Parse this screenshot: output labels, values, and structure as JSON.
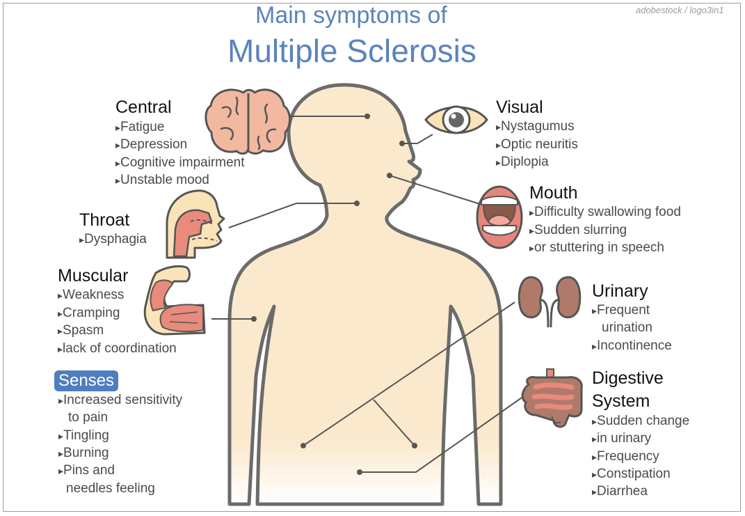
{
  "watermark": "adobestock / logo3in1",
  "title": {
    "line1": "Main symptoms of",
    "line2": "Multiple Sclerosis"
  },
  "sections": {
    "central": {
      "title": "Central",
      "items": [
        "Fatigue",
        "Depression",
        "Cognitive impairment",
        "Unstable mood"
      ]
    },
    "throat": {
      "title": "Throat",
      "items": [
        "Dysphagia"
      ]
    },
    "muscular": {
      "title": "Muscular",
      "items": [
        "Weakness",
        "Cramping",
        "Spasm",
        "lack of coordination"
      ]
    },
    "senses": {
      "title": "Senses",
      "items": [
        "Increased sensitivity",
        "to pain",
        "Tingling",
        "Burning",
        "Pins and",
        "needles feeling"
      ]
    },
    "visual": {
      "title": "Visual",
      "items": [
        "Nystagumus",
        "Optic neuritis",
        "Diplopia"
      ]
    },
    "mouth": {
      "title": "Mouth",
      "items": [
        "Difficulty swallowing food",
        "Sudden slurring",
        "or stuttering in speech"
      ]
    },
    "urinary": {
      "title": "Urinary",
      "items": [
        "Frequent",
        "urination",
        "Incontinence"
      ]
    },
    "digestive": {
      "title_line1": "Digestive",
      "title_line2": "System",
      "items": [
        "Sudden change",
        "in urinary",
        "Frequency",
        "Constipation",
        "Diarrhea"
      ]
    }
  },
  "icons": [
    "brain-icon",
    "eye-icon",
    "throat-icon",
    "mouth-icon",
    "arm-muscle-icon",
    "kidneys-icon",
    "intestines-icon"
  ],
  "colors": {
    "title": "#5b83bd",
    "body_fill": "#fbe9cd",
    "body_outline": "#6b6b6b",
    "senses_badge": "#4f7ec0"
  }
}
